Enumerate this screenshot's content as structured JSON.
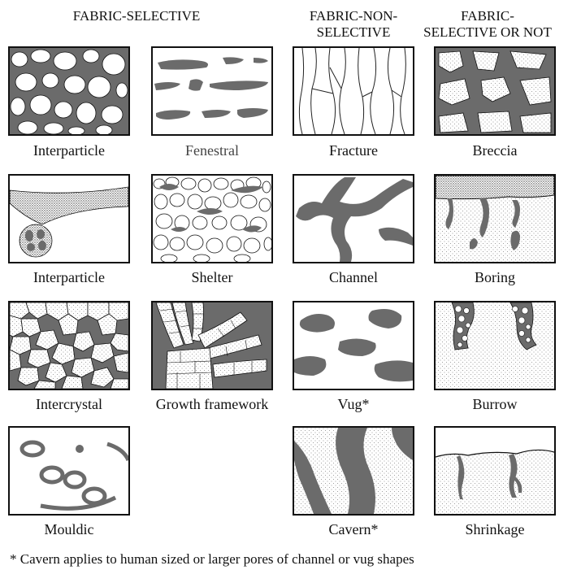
{
  "headers": {
    "fabric_selective": "FABRIC-SELECTIVE",
    "fabric_non_selective": "FABRIC-NON-\nSELECTIVE",
    "fabric_selective_or_not": "FABRIC-\nSELECTIVE OR NOT"
  },
  "labels": {
    "interparticle_1": "Interparticle",
    "fenestral": "Fenestral",
    "fracture": "Fracture",
    "breccia": "Breccia",
    "interparticle_2": "Interparticle",
    "shelter": "Shelter",
    "channel": "Channel",
    "boring": "Boring",
    "intercrystal": "Intercrystal",
    "growth_framework": "Growth framework",
    "vug": "Vug*",
    "burrow": "Burrow",
    "mouldic": "Mouldic",
    "cavern": "Cavern*",
    "shrinkage": "Shrinkage"
  },
  "footnote": "* Cavern applies to human sized or larger pores of channel or vug shapes",
  "colors": {
    "pore": "#6b6b6b",
    "outline": "#111111",
    "stipple": "#9a9a9a"
  }
}
